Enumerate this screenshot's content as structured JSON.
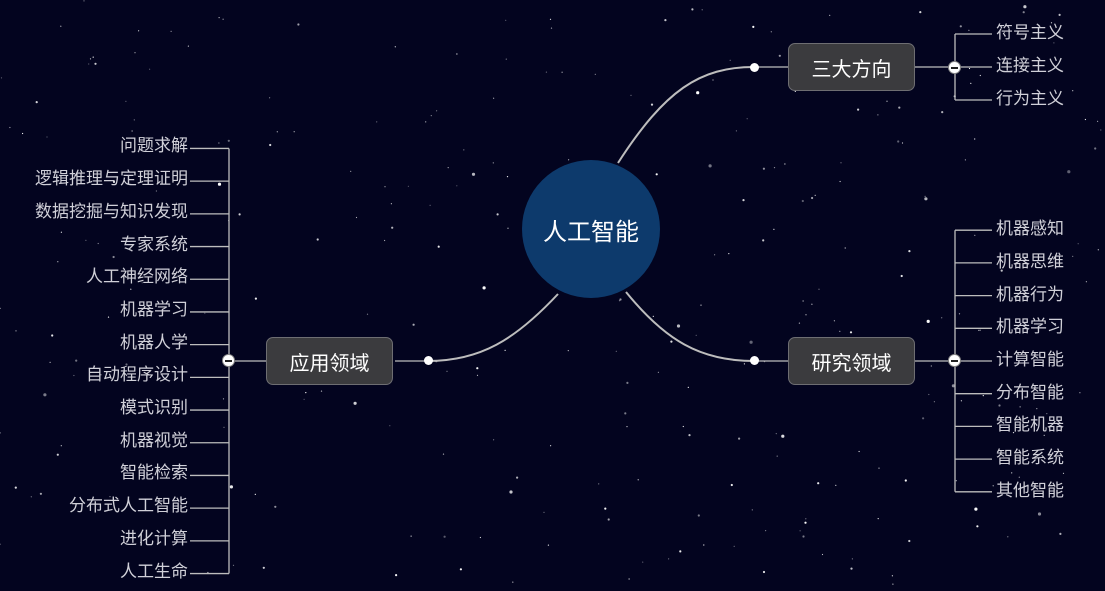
{
  "center": {
    "label": "人工智能"
  },
  "branches": {
    "directions": {
      "label": "三大方向",
      "items": [
        "符号主义",
        "连接主义",
        "行为主义"
      ]
    },
    "research": {
      "label": "研究领域",
      "items": [
        "机器感知",
        "机器思维",
        "机器行为",
        "机器学习",
        "计算智能",
        "分布智能",
        "智能机器",
        "智能系统",
        "其他智能"
      ]
    },
    "applications": {
      "label": "应用领域",
      "items": [
        "问题求解",
        "逻辑推理与定理证明",
        "数据挖掘与知识发现",
        "专家系统",
        "人工神经网络",
        "机器学习",
        "机器人学",
        "自动程序设计",
        "模式识别",
        "机器视觉",
        "智能检索",
        "分布式人工智能",
        "进化计算",
        "人工生命"
      ]
    }
  },
  "colors": {
    "background": "#03041f",
    "center_fill": "#0d3a6c",
    "branch_fill": "#3b3b3e",
    "line": "#bdbdbd",
    "leaf_text": "#d0d0d8"
  }
}
